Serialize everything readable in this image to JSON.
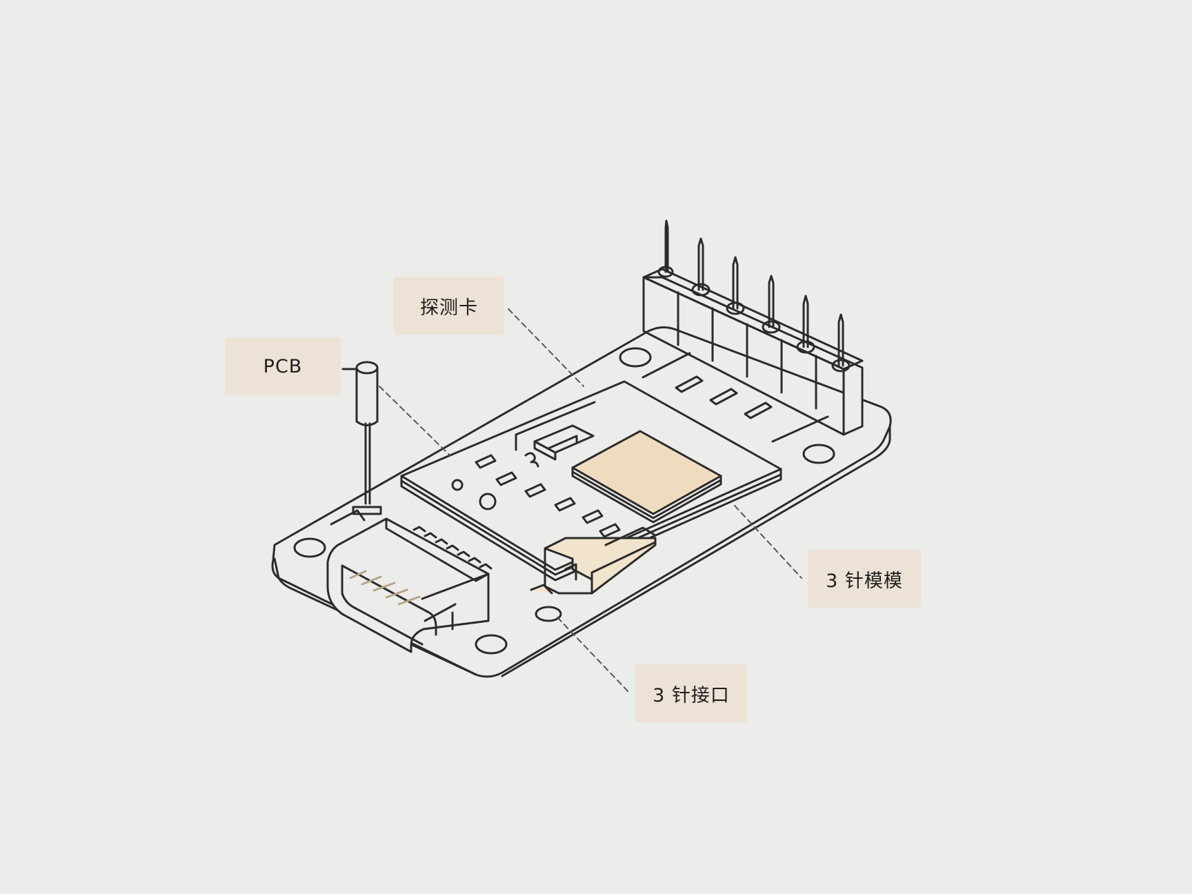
{
  "labels": {
    "pcb": "PCB",
    "probe_card": "探测卡",
    "module": "3 针模模",
    "connector": "3 针接口"
  },
  "icons": {
    "board": "pcb-board-icon",
    "header": "pin-header-icon",
    "chip": "chip-icon",
    "usb": "usb-connector-icon",
    "probe": "probe-needle-icon"
  },
  "colors": {
    "background": "#ececeb",
    "line": "#2b2b2b",
    "label_fill": "#ece2d6",
    "chip_fill": "#efdcc0",
    "accent_fill": "#f1e3cc"
  }
}
